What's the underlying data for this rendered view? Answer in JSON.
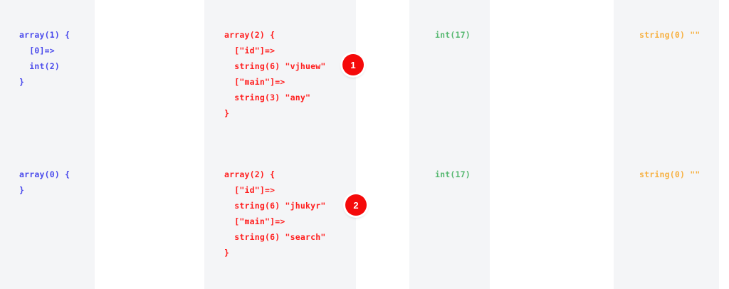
{
  "page": {
    "background_color": "#ffffff",
    "band_color": "#f4f5f7"
  },
  "colors": {
    "array_blue": "#4b4bec",
    "string_red": "#ff1f1f",
    "int_green": "#56b870",
    "empty_string_orange": "#f7b142",
    "badge_red": "#f50a0a",
    "badge_text": "#ffffff"
  },
  "columns": [
    {
      "name": "column-1",
      "banded": true
    },
    {
      "name": "column-2",
      "banded": true
    },
    {
      "name": "column-3",
      "banded": true
    },
    {
      "name": "column-4",
      "banded": true
    }
  ],
  "rows": [
    {
      "row": 1,
      "cells": {
        "col1": "array(1) {\n  [0]=>\n  int(2)\n}",
        "col2": "array(2) {\n  [\"id\"]=>\n  string(6) \"vjhuew\"\n  [\"main\"]=>\n  string(3) \"any\"\n}",
        "col3": "int(17)",
        "col4": "string(0) \"\""
      }
    },
    {
      "row": 2,
      "cells": {
        "col1": "array(0) {\n}",
        "col2": "array(2) {\n  [\"id\"]=>\n  string(6) \"jhukyr\"\n  [\"main\"]=>\n  string(6) \"search\"\n}",
        "col3": "int(17)",
        "col4": "string(0) \"\""
      }
    }
  ],
  "badges": [
    {
      "name": "badge-1",
      "label": "1"
    },
    {
      "name": "badge-2",
      "label": "2"
    }
  ]
}
